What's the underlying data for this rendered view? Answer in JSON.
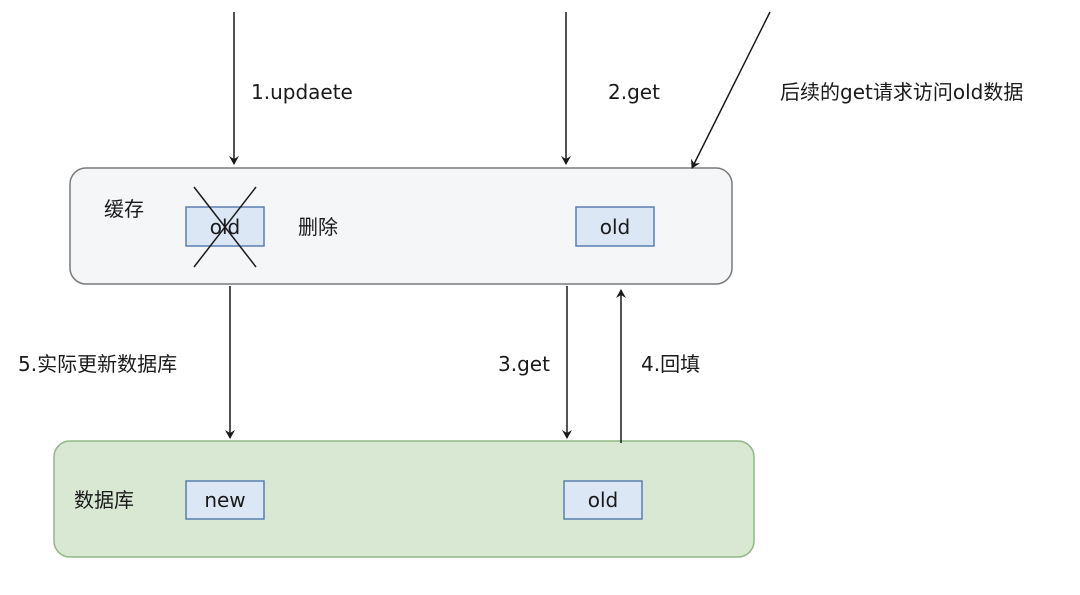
{
  "colors": {
    "cache_fill": "#f5f6f8",
    "cache_stroke": "#7a7a7a",
    "db_fill": "#d8e8d2",
    "db_stroke": "#8fb886",
    "value_fill": "#dbe7f5",
    "value_stroke": "#5a7fb0",
    "arrow": "#1a1a1a"
  },
  "cache": {
    "label": "缓存",
    "old_left": "old",
    "delete_label": "删除",
    "old_right": "old"
  },
  "database": {
    "label": "数据库",
    "new_value": "new",
    "old_value": "old"
  },
  "arrows": {
    "update": "1.updaete",
    "get2": "2.get",
    "subsequent": "后续的get请求访问old数据",
    "db_update": "5.实际更新数据库",
    "get3": "3.get",
    "refill": "4.回填"
  }
}
